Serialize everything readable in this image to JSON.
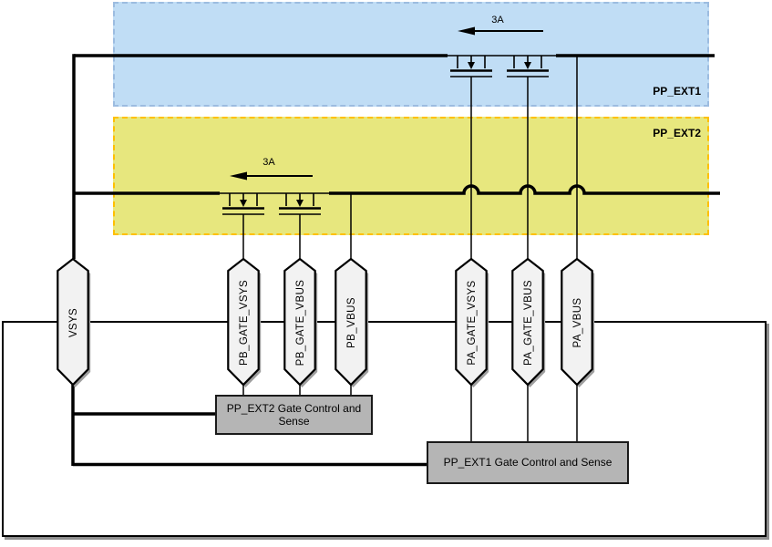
{
  "diagram": {
    "regions": [
      {
        "id": "pp_ext1",
        "label": "PP_EXT1",
        "fill": "#C0DDF5",
        "border": "#9CBCE0"
      },
      {
        "id": "pp_ext2",
        "label": "PP_EXT2",
        "fill": "#E7E77E",
        "border": "#FFC000"
      }
    ],
    "current_labels": {
      "pp_ext1": "3A",
      "pp_ext2": "3A"
    },
    "pins": [
      "VSYS",
      "PB_GATE_VSYS",
      "PB_GATE_VBUS",
      "PB_VBUS",
      "PA_GATE_VSYS",
      "PA_GATE_VBUS",
      "PA_VBUS"
    ],
    "blocks": [
      {
        "label": "PP_EXT2 Gate Control and Sense"
      },
      {
        "label": "PP_EXT1 Gate Control and Sense"
      }
    ],
    "colors": {
      "block_fill": "#B5B5B5",
      "flag_fill": "#F2F2F2",
      "wire": "#000000",
      "ic_shadow": "#8F8F8F"
    }
  }
}
